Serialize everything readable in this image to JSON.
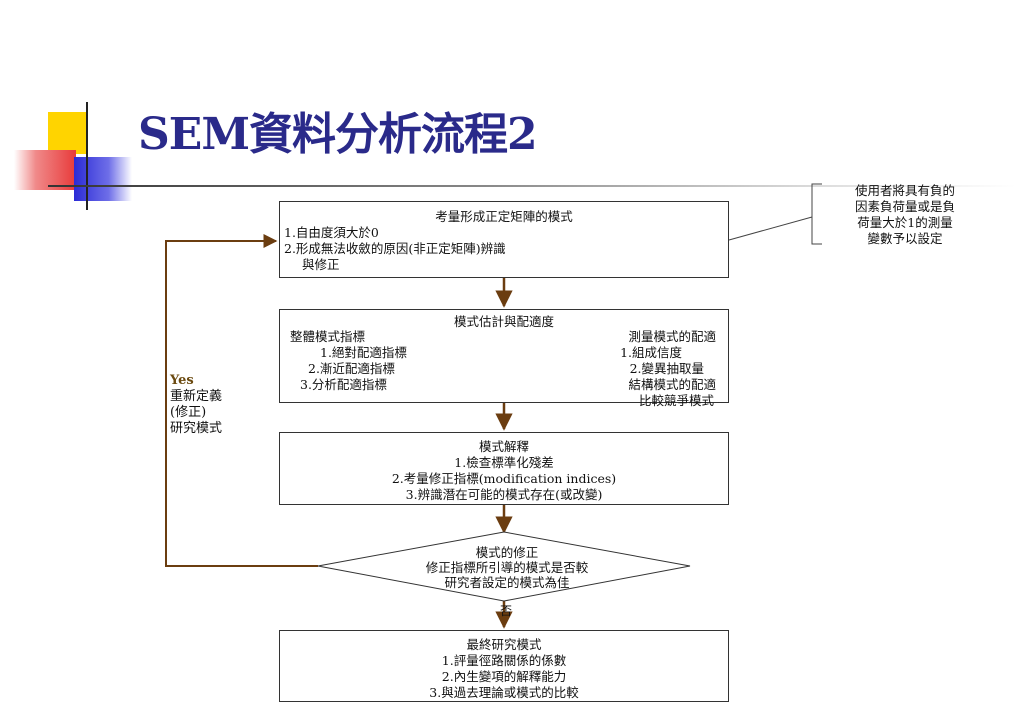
{
  "title": "SEM資料分析流程2",
  "colors": {
    "title": "#2a2a8a",
    "arrow": "#6b3d10",
    "deco_yellow": "#ffd400",
    "deco_red": "#e83a3a",
    "deco_blue": "#2b2bd6"
  },
  "note": {
    "lines": [
      "使用者將具有負的",
      "因素負荷量或是負",
      "荷量大於1的測量",
      "變數予以設定"
    ]
  },
  "loop_label": {
    "lines": [
      "Yes",
      "重新定義",
      "(修正)",
      "研究模式"
    ]
  },
  "step1": {
    "heading": "考量形成正定矩陣的模式",
    "items": [
      "1.自由度須大於0",
      "2.形成無法收斂的原因(非正定矩陣)辨識",
      "與修正"
    ]
  },
  "step2": {
    "heading": "模式估計與配適度",
    "left": [
      "整體模式指標",
      "1.絕對配適指標",
      "2.漸近配適指標",
      "3.分析配適指標"
    ],
    "right": [
      "測量模式的配適",
      "1.組成信度",
      "2.變異抽取量",
      "結構模式的配適",
      "比較競爭模式"
    ]
  },
  "step3": {
    "heading": "模式解釋",
    "items": [
      "1.檢查標準化殘差",
      "2.考量修正指標(modification indices)",
      "3.辨識潛在可能的模式存在(或改變)"
    ]
  },
  "decision": {
    "lines": [
      "模式的修正",
      "修正指標所引導的模式是否較",
      "研究者設定的模式為佳"
    ],
    "no_label": "否"
  },
  "step5": {
    "heading": "最終研究模式",
    "items": [
      "1.評量徑路關係的係數",
      "2.內生變項的解釋能力",
      "3.與過去理論或模式的比較"
    ]
  }
}
